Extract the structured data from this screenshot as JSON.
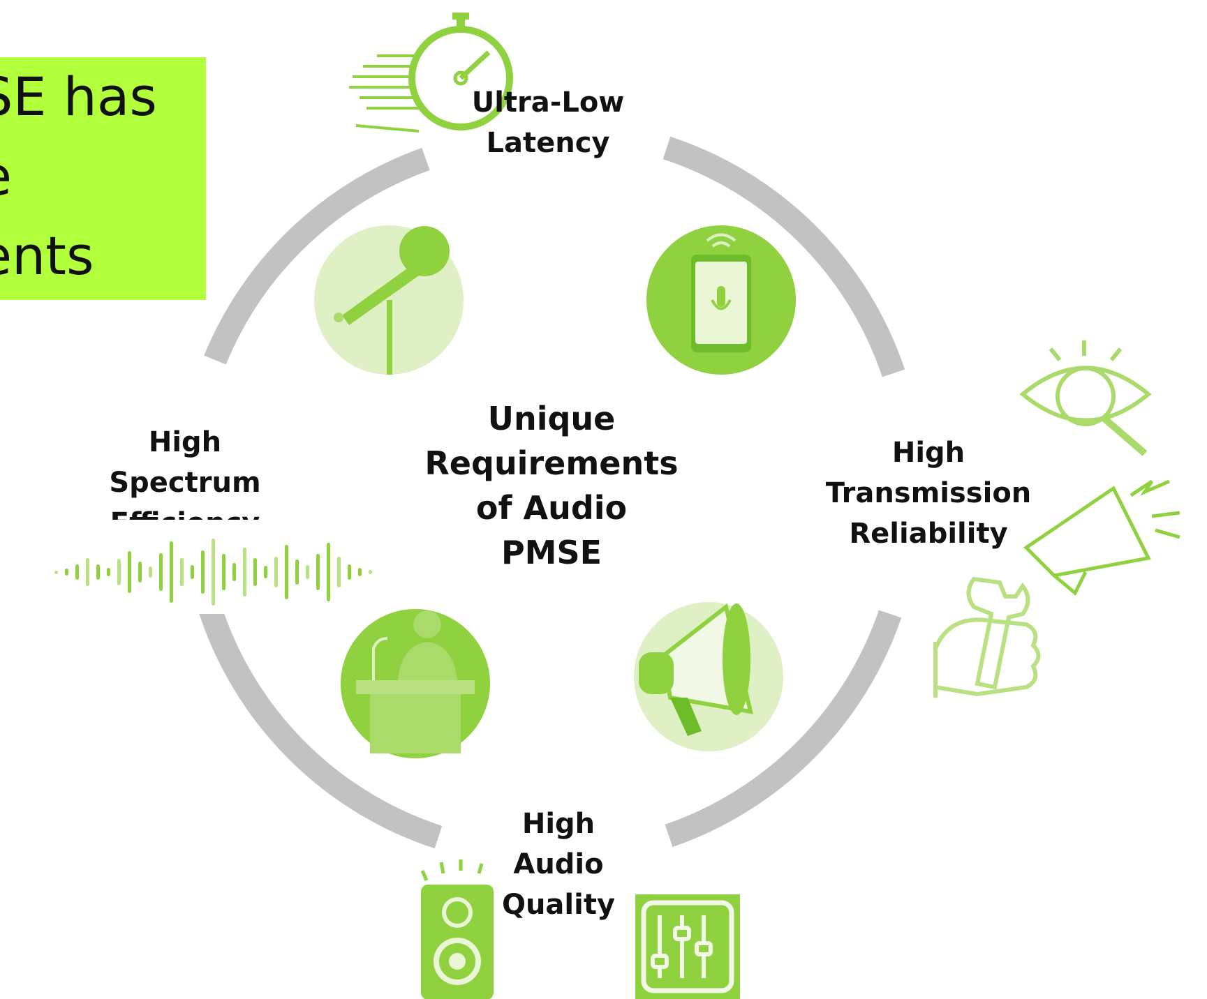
{
  "banner": {
    "lines": [
      "SE has",
      "e",
      "ents"
    ],
    "color": "#b2ff3c"
  },
  "center": {
    "text": "Unique\nRequirements\nof Audio\nPMSE"
  },
  "requirements": {
    "top": "Ultra-Low\nLatency",
    "left": "High\nSpectrum\nEfficiency",
    "right": "High\nTransmission\nReliability",
    "bottom": "High\nAudio\nQuality"
  },
  "icons": {
    "top": "stopwatch-icon",
    "left": "sound-wave-icon",
    "right": [
      "eye-magnifier-icon",
      "megaphone-icon",
      "wrench-hand-icon"
    ],
    "bottom": [
      "speaker-icon",
      "mixer-sliders-icon"
    ],
    "inner": [
      "microphone-icon",
      "smartphone-mic-icon",
      "speaker-podium-icon",
      "loudspeaker-icon"
    ]
  },
  "colors": {
    "ring": "#c2c2c2",
    "accent": "#8fd13f",
    "accent_light": "#dff0c4",
    "accent_mid": "#a9da6a",
    "text": "#111111"
  }
}
